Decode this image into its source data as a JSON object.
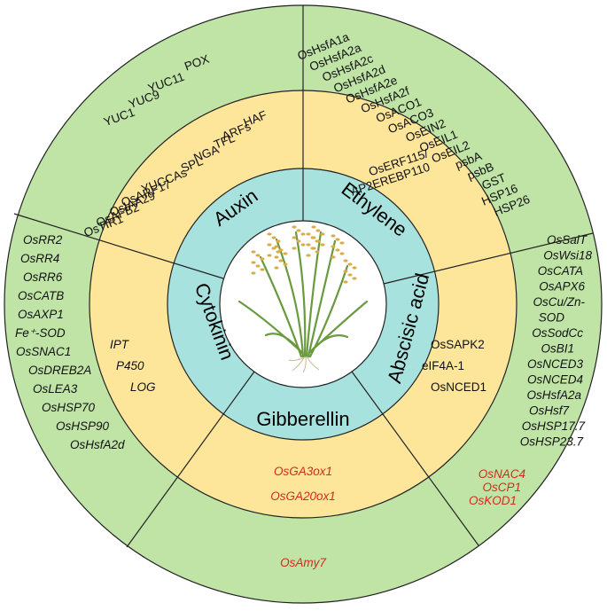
{
  "colors": {
    "outer_ring": "#bfe4a6",
    "middle_ring": "#fde59a",
    "inner_ring": "#a8e2de",
    "center": "#ffffff",
    "stroke": "#222222",
    "red_text": "#d62a1e",
    "plant_stem": "#6a9a3e",
    "plant_grain": "#d9ad4a"
  },
  "center_icon": "rice-plant-icon",
  "hormones": {
    "auxin": "Auxin",
    "ethylene": "Ethylene",
    "abscisic_acid": "Abscisic acid",
    "gibberellin": "Gibberellin",
    "cytokinin": "Cytokinin"
  },
  "genes": {
    "auxin_outer": [
      "POX",
      "YUC11",
      "YUC9",
      "YUC1"
    ],
    "auxin_middle": [
      "HAF",
      "ARFs",
      "TFL",
      "NGA",
      "SPL",
      "YUCCAs",
      "OsARF17",
      "OsIAA29",
      "OsAFB2",
      "OsTIR1"
    ],
    "ethylene_outer": [
      "OsHsfA1a",
      "OsHsfA2a",
      "OsHsfA2c",
      "OsHsfA2d",
      "OsHsfA2e",
      "OsHsfA2f",
      "OsACO1",
      "OsACO3",
      "OsEIN2",
      "OsEIL1",
      "OsEIL2",
      "psbA",
      "psbB",
      "GST",
      "HSP16",
      "HSP26"
    ],
    "ethylene_middle": [
      "OsERF115/",
      "AP2EREBP110"
    ],
    "aba_outer": [
      "OsSalT",
      "OsWsi18",
      "OsCATA",
      "OsAPX6",
      "OsCu/Zn-",
      "SOD",
      "OsSodCc",
      "OsBI1",
      "OsNCED3",
      "OsNCED4",
      "OsHsfA2a",
      "OsHsf7",
      "OsHSP17.7",
      "OsHSP23.7"
    ],
    "aba_middle": [
      "OsSAPK2",
      "eIF4A-1",
      "OsNCED1"
    ],
    "aba_outer_red": [
      "OsNAC4",
      "OsCP1",
      "OsKOD1"
    ],
    "gibberellin_middle": [
      "OsGA3ox1",
      "OsGA20ox1"
    ],
    "gibberellin_outer": [
      "OsAmy7"
    ],
    "cytokinin_outer": [
      "OsRR2",
      "OsRR4",
      "OsRR6",
      "OsCATB",
      "OsAXP1",
      "Fe⁺-SOD",
      "OsSNAC1",
      "OsDREB2A",
      "OsLEA3",
      "OsHSP70",
      "OsHSP90",
      "OsHsfA2d"
    ],
    "cytokinin_middle": [
      "IPT",
      "P450",
      "LOG"
    ]
  }
}
